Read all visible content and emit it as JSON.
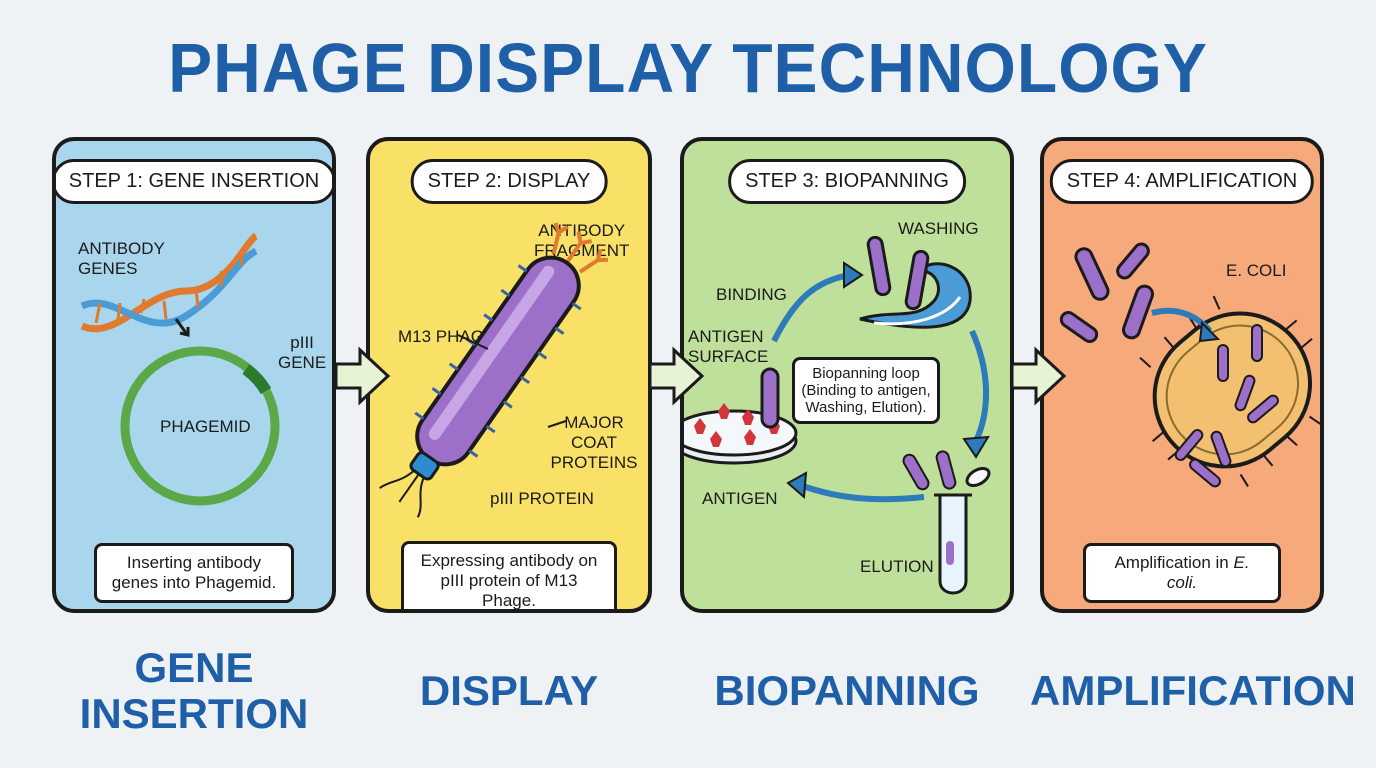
{
  "title": "PHAGE DISPLAY TECHNOLOGY",
  "colors": {
    "title": "#1f5fa8",
    "step1_bg": "#a9d6ec",
    "step2_bg": "#f9e066",
    "step3_bg": "#bfe09a",
    "step4_bg": "#f6a97a",
    "phage": "#9c6fc8",
    "antigen": "#d2363c",
    "arrow": "#2d7bbb"
  },
  "steps": [
    {
      "header": "STEP 1: GENE INSERTION",
      "labels": {
        "genes": "ANTIBODY\nGENES",
        "piii_gene": "pIII\nGENE",
        "phagemid": "PHAGEMID"
      },
      "caption": "Inserting antibody genes into Phagemid.",
      "bottom": "GENE\nINSERTION"
    },
    {
      "header": "STEP 2: DISPLAY",
      "labels": {
        "fragment": "ANTIBODY\nFRAGMENT",
        "phage": "M13 PHAGE",
        "coat": "MAJOR COAT\nPROTEINS",
        "piii": "pIII PROTEIN"
      },
      "caption": "Expressing antibody on pIII protein of M13 Phage.",
      "bottom": "DISPLAY"
    },
    {
      "header": "STEP 3: BIOPANNING",
      "labels": {
        "washing": "WASHING",
        "binding": "BINDING",
        "surface": "ANTIGEN\nSURFACE",
        "antigen": "ANTIGEN",
        "elution": "ELUTION"
      },
      "caption": "Biopanning loop (Binding to antigen, Washing, Elution).",
      "bottom": "BIOPANNING"
    },
    {
      "header": "STEP 4: AMPLIFICATION",
      "labels": {
        "ecoli": "E. COLI"
      },
      "caption_prefix": "Amplification in ",
      "caption_italic": "E. coli.",
      "bottom": "AMPLIFICATION"
    }
  ],
  "icons": [
    "dna-helix-icon",
    "plasmid-ring-icon",
    "m13-phage-icon",
    "petri-dish-icon",
    "water-wave-icon",
    "test-tube-icon",
    "ecoli-cell-icon",
    "right-arrow-icon"
  ]
}
